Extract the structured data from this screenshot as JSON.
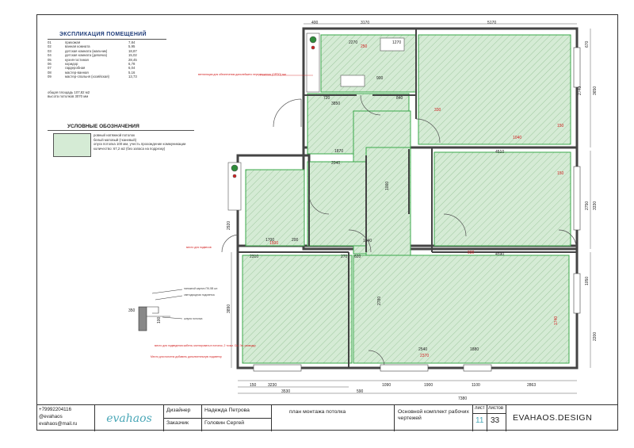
{
  "explication": {
    "title": "ЭКСПЛИКАЦИЯ ПОМЕЩЕНИЙ",
    "rooms": [
      {
        "num": "01",
        "name": "прихожая",
        "area": "7,84"
      },
      {
        "num": "02",
        "name": "ванная комната",
        "area": "5,95"
      },
      {
        "num": "03",
        "name": "детская комната (мальчик)",
        "area": "18,87"
      },
      {
        "num": "04",
        "name": "детская комната (девочка)",
        "area": "15,02"
      },
      {
        "num": "05",
        "name": "кухня-гостиная",
        "area": "28,45"
      },
      {
        "num": "06",
        "name": "коридор",
        "area": "6,78"
      },
      {
        "num": "07",
        "name": "гардеробная",
        "area": "6,04"
      },
      {
        "num": "08",
        "name": "мастер-ванная",
        "area": "5,16"
      },
      {
        "num": "09",
        "name": "мастер-спальня (хозяйская)",
        "area": "13,73"
      }
    ],
    "total_area": "общая площадь  107,82 м2",
    "ceiling_height": "высота потолков  3070 мм"
  },
  "symbols": {
    "title": "УСЛОВНЫЕ ОБОЗНАЧЕНИЯ",
    "lines": [
      "ровный натяжной потолок",
      "белый матовый (тканевый)",
      "опуск потолка 100 мм, учесть прохождение коммуникации",
      "количество: 67,2 м2 (без запаса на подрезку)"
    ]
  },
  "plan": {
    "top_dims": [
      "400",
      "3170",
      "5170"
    ],
    "inner_dims": [
      "2270",
      "1270",
      "720",
      "840",
      "3850",
      "1870",
      "2040",
      "4510",
      "2310",
      "620",
      "270",
      "4590",
      "1700",
      "200",
      "1540",
      "3230",
      "3530",
      "2540",
      "1880",
      "2863",
      "7380",
      "590",
      "1090",
      "1900",
      "1100",
      "150",
      "900"
    ],
    "side_dims": [
      "670",
      "2740",
      "3650",
      "2750",
      "3330",
      "2920",
      "3890",
      "2200",
      "2780",
      "1050",
      "1000"
    ],
    "red_dims": [
      "330",
      "250",
      "150",
      "150",
      "1040",
      "1500",
      "1740",
      "930",
      "2370"
    ],
    "detail": {
      "labels": [
        "натяжной карниз ПК-5В шт.",
        "светодиодная подсветка",
        "шпуля потолка"
      ],
      "dims": [
        "350",
        "100"
      ]
    },
    "notes": [
      "вентиляция для обеспечения дальнейшего передвижения (ОРПО) мм",
      "место для подвесов",
      "место для подведения кабеля, монтировать в потолок, 2 точки. См. Эл. разводку",
      "Место для полотна добавить дополнительную подсветку"
    ]
  },
  "title_block": {
    "phone": "+79992204116",
    "instagram": "@evahaos",
    "email": "evahaos@mail.ru",
    "logo": "evahaos",
    "designer_label": "Дизайнер",
    "designer": "Надежда Петрова",
    "client_label": "Заказчик",
    "client": "Головин Сергей",
    "drawing_title": "план монтажа потолка",
    "set_name": "Основной комплект рабочих чертежей",
    "sheet_label": "лист",
    "sheet_no": "11",
    "sheets_label": "листов",
    "sheets_total": "33",
    "brand": "EVAHAOS.DESIGN"
  },
  "colors": {
    "fill": "#d5ebd5",
    "outline": "#3aa84a",
    "dim_red": "#d32020",
    "title_blue": "#1f3d7a",
    "logo": "#4aa7b7"
  }
}
